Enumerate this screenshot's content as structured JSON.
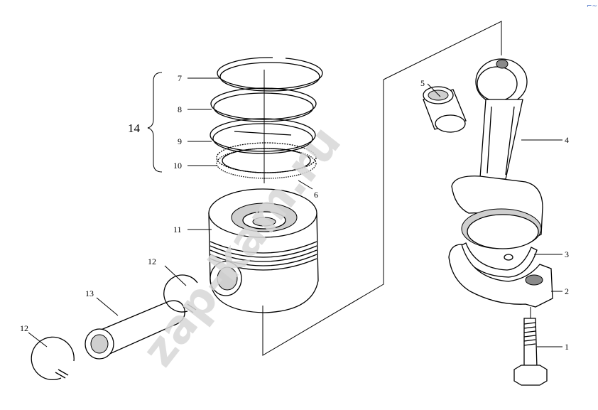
{
  "watermark": "zap-kam.ru",
  "corner_mark": "⌐~",
  "group": {
    "label": "14"
  },
  "callouts": [
    {
      "id": "1",
      "text": "1"
    },
    {
      "id": "2",
      "text": "2"
    },
    {
      "id": "3",
      "text": "3"
    },
    {
      "id": "4",
      "text": "4"
    },
    {
      "id": "5",
      "text": "5"
    },
    {
      "id": "6",
      "text": "6"
    },
    {
      "id": "7",
      "text": "7"
    },
    {
      "id": "8",
      "text": "8"
    },
    {
      "id": "9",
      "text": "9"
    },
    {
      "id": "10",
      "text": "10"
    },
    {
      "id": "11",
      "text": "11"
    },
    {
      "id": "12a",
      "text": "12"
    },
    {
      "id": "12b",
      "text": "12"
    },
    {
      "id": "13",
      "text": "13"
    }
  ]
}
